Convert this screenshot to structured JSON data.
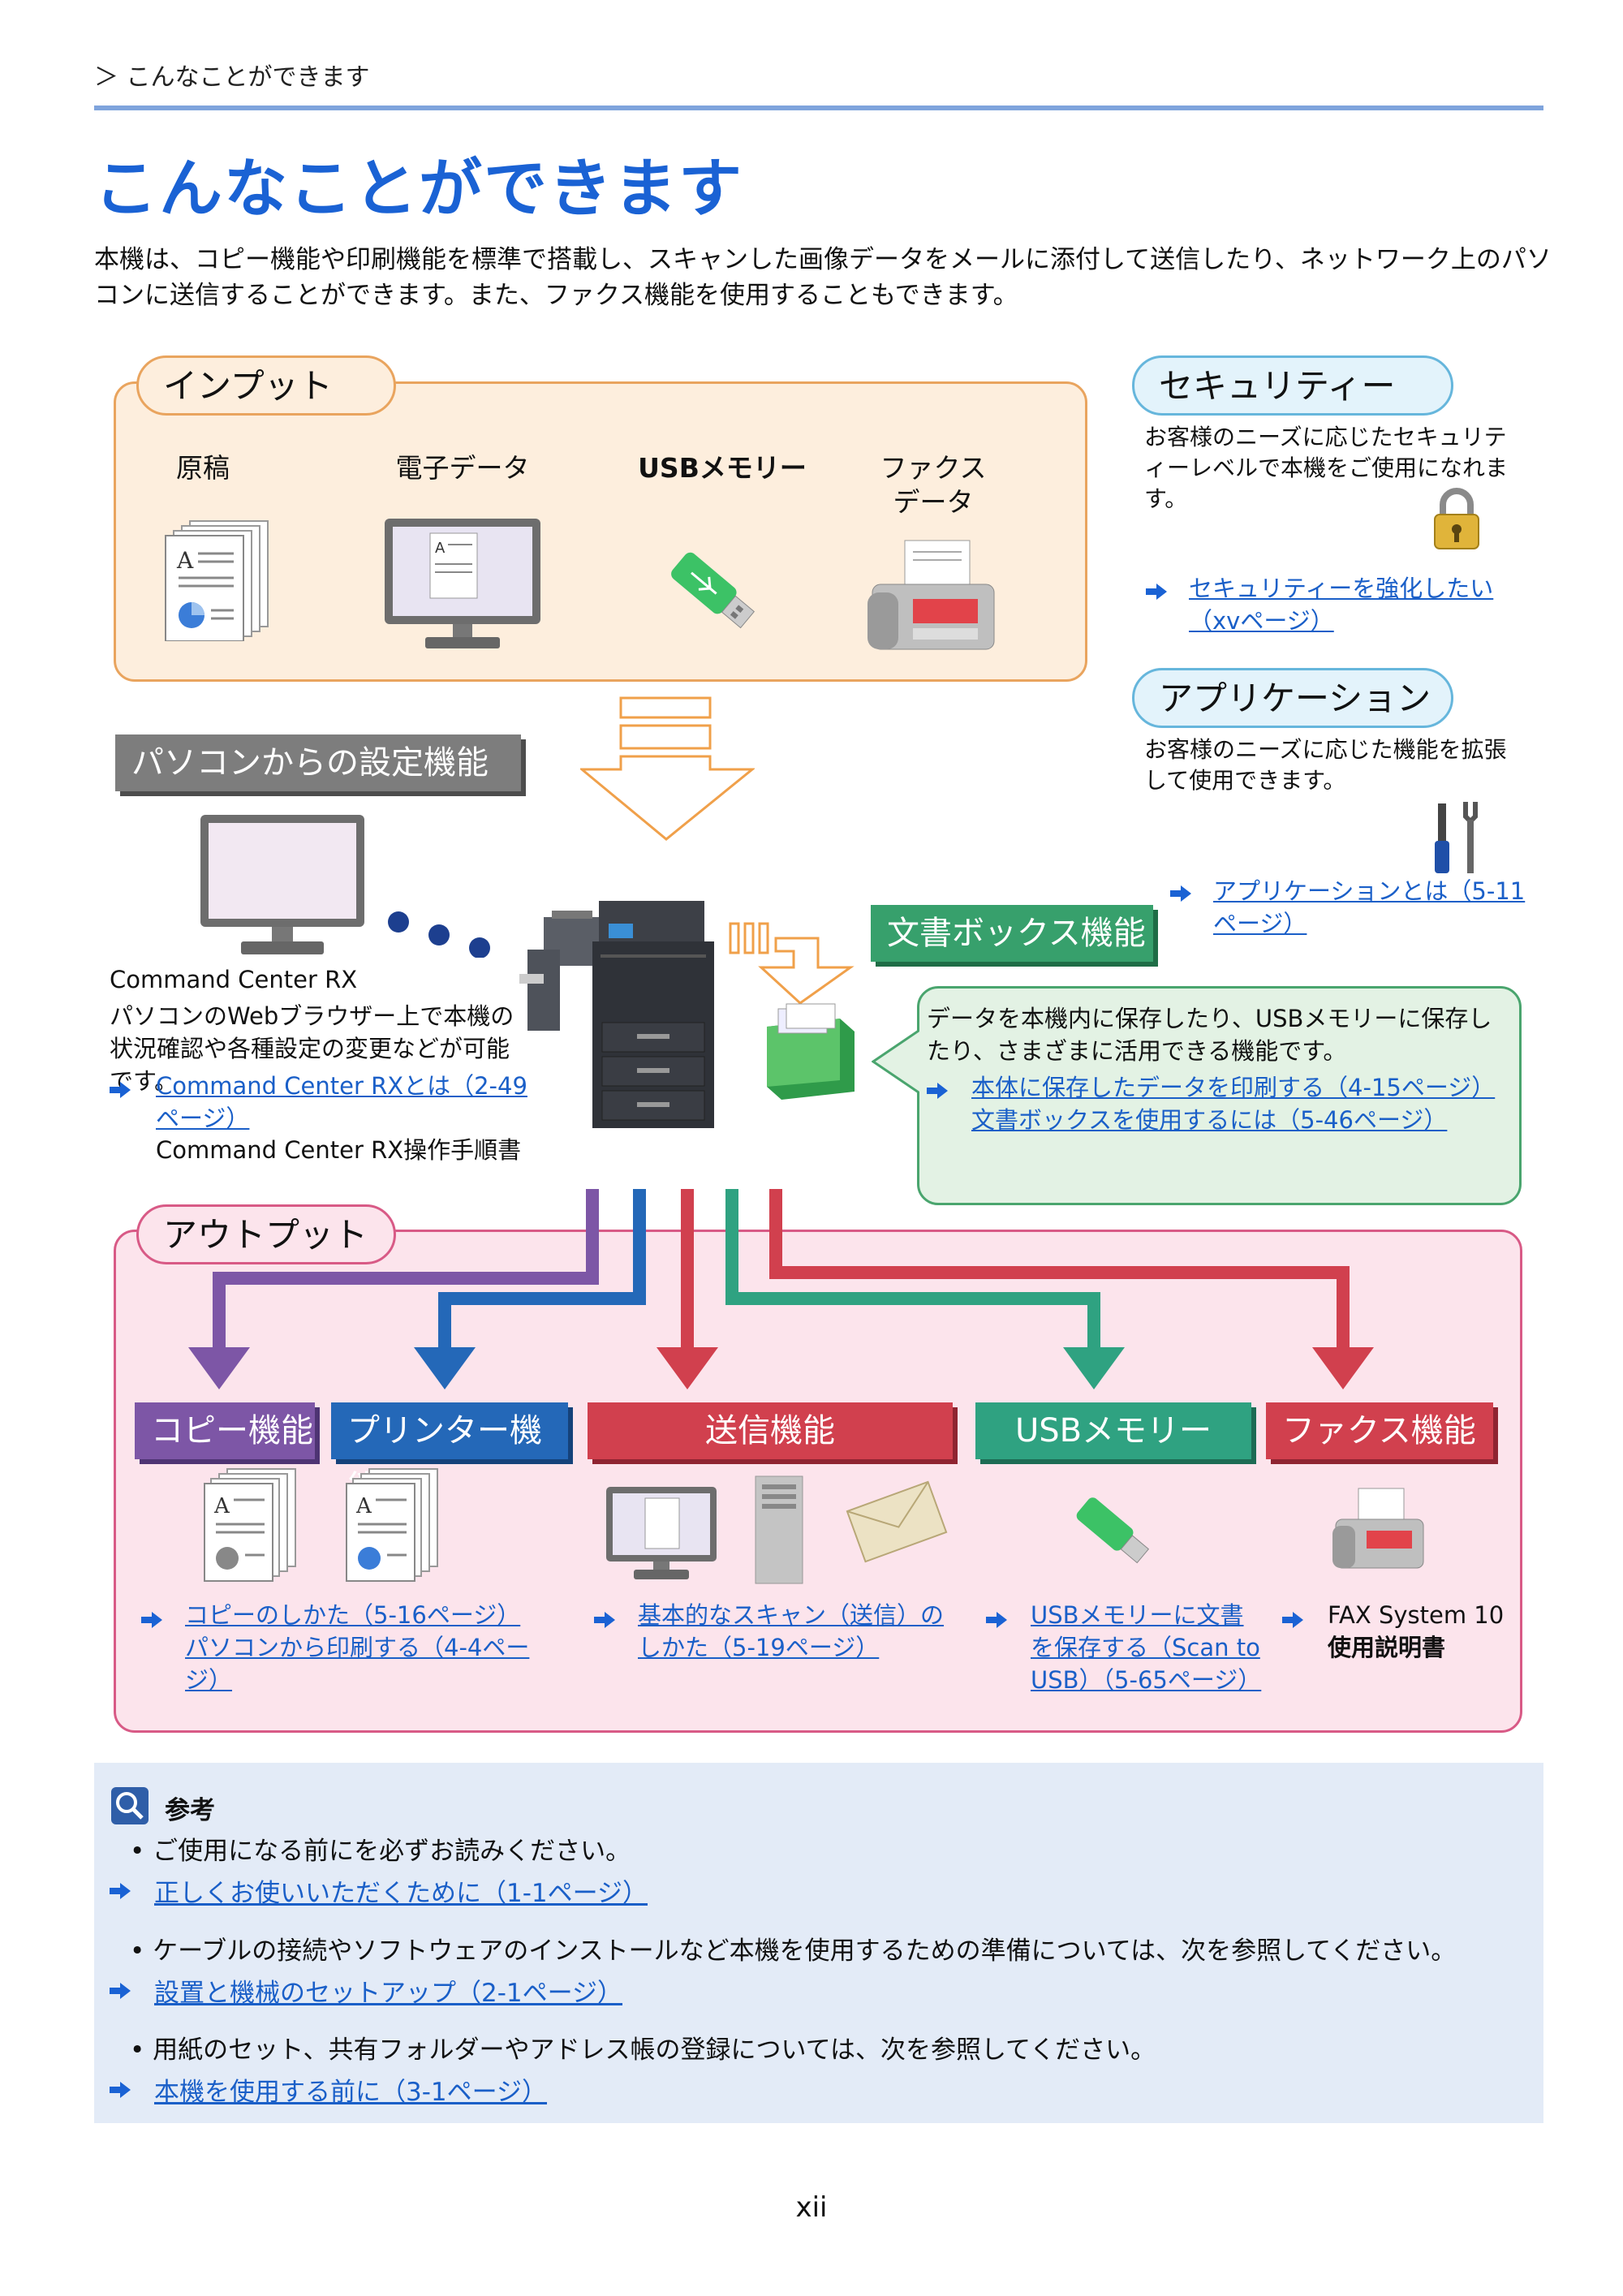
{
  "breadcrumb": "＞ こんなことができます",
  "title": "こんなことができます",
  "intro": "本機は、コピー機能や印刷機能を標準で搭載し、スキャンした画像データをメールに添付して送信したり、ネットワーク上のパソコンに送信することができます。また、ファクス機能を使用することもできます。",
  "input": {
    "label": "インプット",
    "items": [
      "原稿",
      "電子データ",
      "USBメモリー",
      "ファクス\nデータ"
    ]
  },
  "security": {
    "label": "セキュリティー",
    "text": "お客様のニーズに応じたセキュリティーレベルで本機をご使用になれます。",
    "link": "セキュリティーを強化したい（xvページ）"
  },
  "application": {
    "label": "アプリケーション",
    "text": "お客様のニーズに応じた機能を拡張して使用できます。",
    "link": "アプリケーションとは（5-11ページ）"
  },
  "pc": {
    "label": "パソコンからの設定機能",
    "product": "Command Center RX",
    "text": "パソコンのWebブラウザー上で本機の状況確認や各種設定の変更などが可能です。",
    "link": "Command Center RXとは（2-49ページ）",
    "manual": "Command Center RX操作手順書"
  },
  "docbox": {
    "label": "文書ボックス機能",
    "text": "データを本機内に保存したり、USBメモリーに保存したり、さまざまに活用できる機能です。",
    "links": [
      "本体に保存したデータを印刷する（4-15ページ）",
      "文書ボックスを使用するには（5-46ページ）"
    ]
  },
  "output": {
    "label": "アウトプット",
    "functions": [
      {
        "label": "コピー機能",
        "color": "#7d56a6"
      },
      {
        "label": "プリンター機能",
        "color": "#2468b8"
      },
      {
        "label": "送信機能",
        "color": "#d1404e"
      },
      {
        "label": "USBメモリー",
        "color": "#2fa281"
      },
      {
        "label": "ファクス機能",
        "color": "#d1404e"
      }
    ],
    "links": {
      "copy": "コピーのしかた（5-16ページ）",
      "print": "パソコンから印刷する（4-4ページ）",
      "send": "基本的なスキャン（送信）のしかた（5-19ページ）",
      "usb": "USBメモリーに文書を保存する（Scan to USB）（5-65ページ）",
      "fax_manual": "FAX System 10",
      "fax_manual2": "使用説明書"
    }
  },
  "notes": {
    "heading": "参考",
    "items": [
      {
        "text": "ご使用になる前にを必ずお読みください。",
        "link": "正しくお使いいただくために（1-1ページ）"
      },
      {
        "text": "ケーブルの接続やソフトウェアのインストールなど本機を使用するための準備については、次を参照してください。",
        "link": "設置と機械のセットアップ（2-1ページ）"
      },
      {
        "text": "用紙のセット、共有フォルダーやアドレス帳の登録については、次を参照してください。",
        "link": "本機を使用する前に（3-1ページ）"
      }
    ]
  },
  "page_number": "xii",
  "colors": {
    "accent": "#1a62d4",
    "link": "#1a5fc8"
  }
}
